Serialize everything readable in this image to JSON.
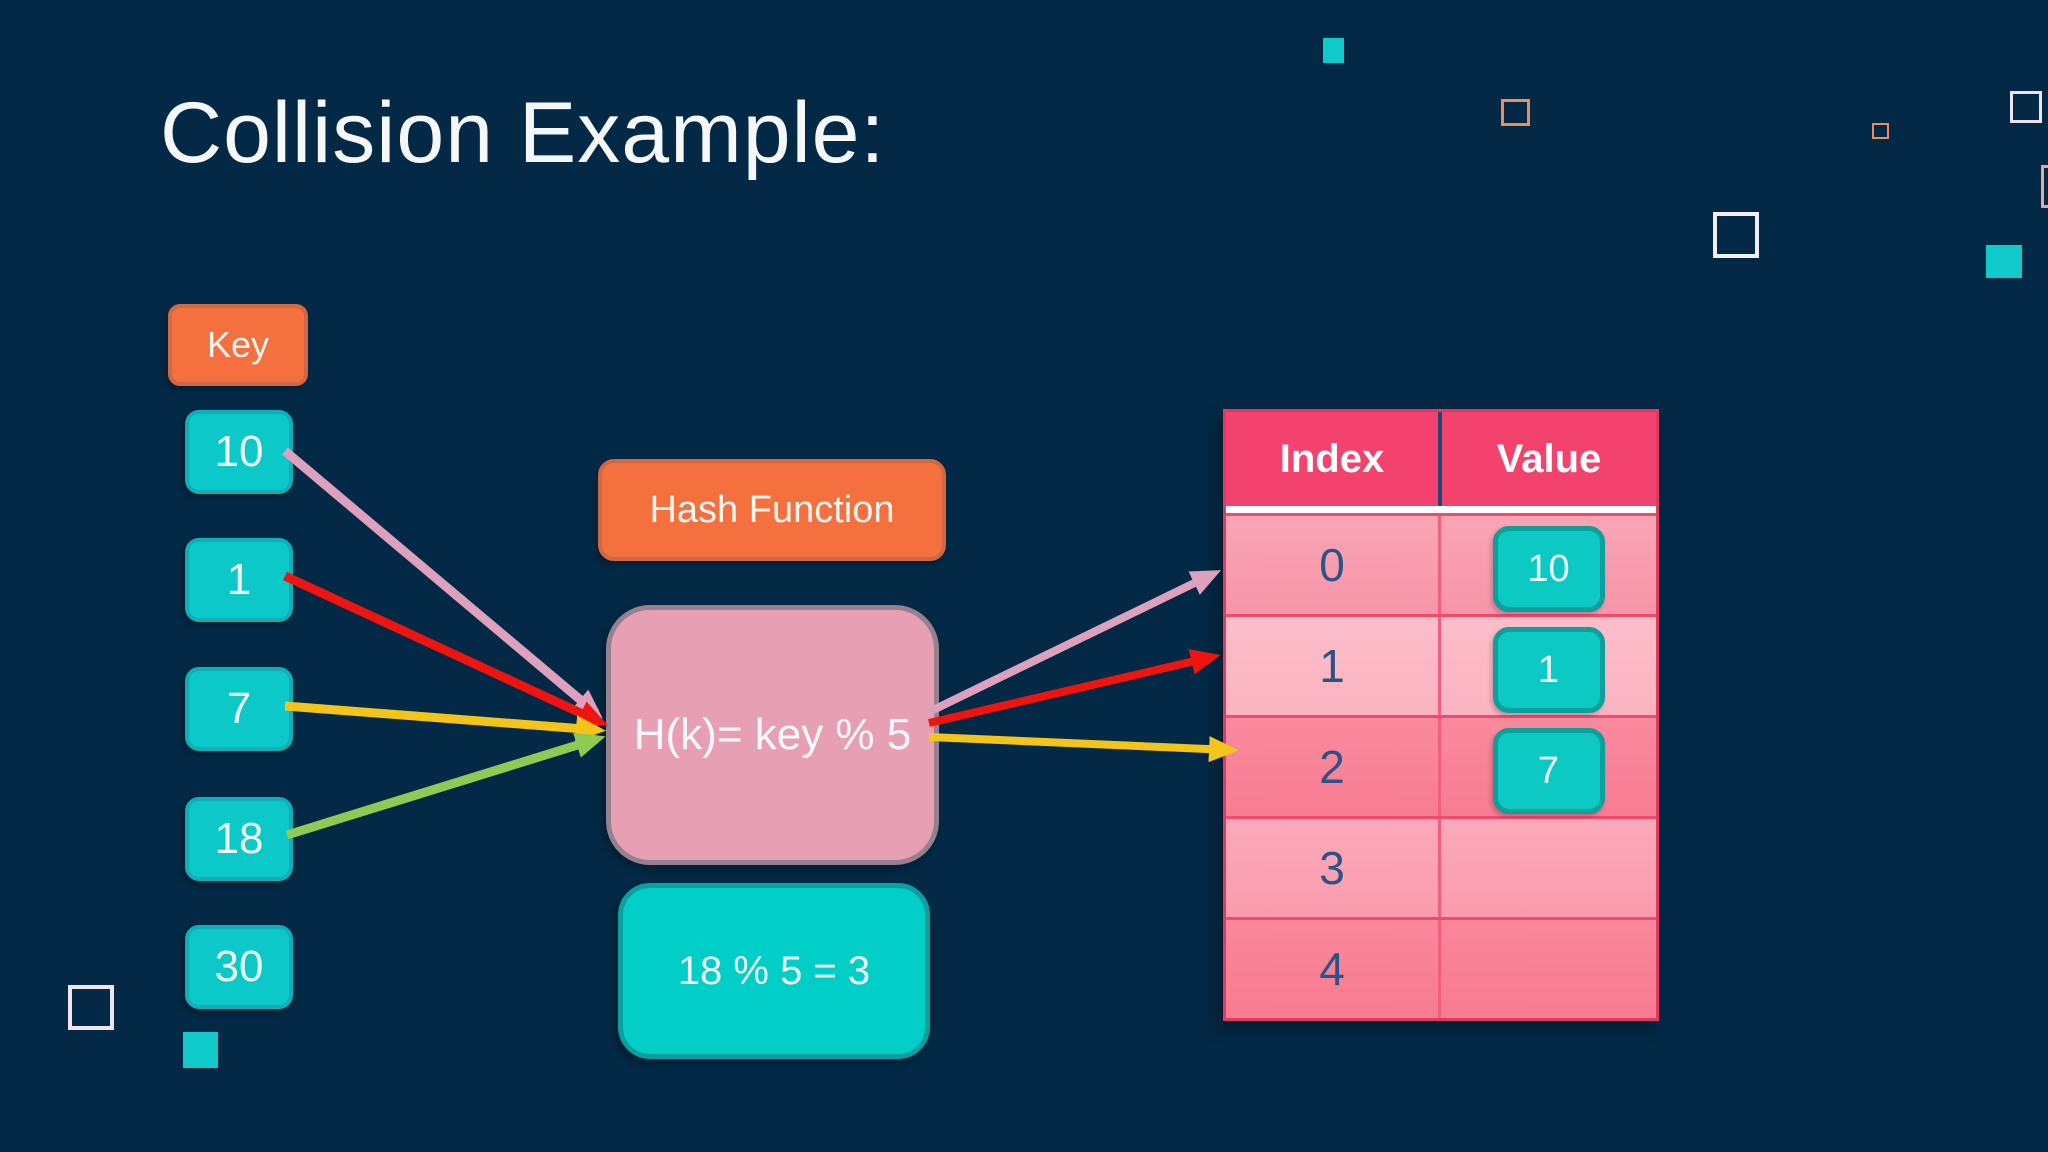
{
  "slide": {
    "title": "Collision Example:"
  },
  "keys": {
    "label": "Key",
    "items": [
      "10",
      "1",
      "7",
      "18",
      "30"
    ]
  },
  "hash": {
    "box_label": "Hash Function",
    "formula": "H(k)= key % 5",
    "example": "18 % 5 = 3"
  },
  "table": {
    "columns": [
      "Index",
      "Value"
    ],
    "rows": [
      {
        "index": "0",
        "value": "10"
      },
      {
        "index": "1",
        "value": "1"
      },
      {
        "index": "2",
        "value": "7"
      },
      {
        "index": "3",
        "value": ""
      },
      {
        "index": "4",
        "value": ""
      }
    ]
  },
  "arrows": {
    "inputs": [
      {
        "from_key": "10",
        "to": "hash-function",
        "color": "#dfa0bd"
      },
      {
        "from_key": "1",
        "to": "hash-function",
        "color": "#ee1511"
      },
      {
        "from_key": "7",
        "to": "hash-function",
        "color": "#f3c51a"
      },
      {
        "from_key": "18",
        "to": "hash-function",
        "color": "#8fcb54"
      }
    ],
    "outputs": [
      {
        "from": "hash-function",
        "to_index": "0",
        "color": "#dfa0bd"
      },
      {
        "from": "hash-function",
        "to_index": "1",
        "color": "#ee1511"
      },
      {
        "from": "hash-function",
        "to_index": "2",
        "color": "#f3c51a"
      }
    ]
  },
  "colors": {
    "background": "#032946",
    "accent_orange": "#f4703e",
    "accent_teal": "#0cc8c8",
    "formula_pink": "#e7a0b3",
    "table_header_pink": "#f4426e",
    "index_text_blue": "#2a5486"
  }
}
